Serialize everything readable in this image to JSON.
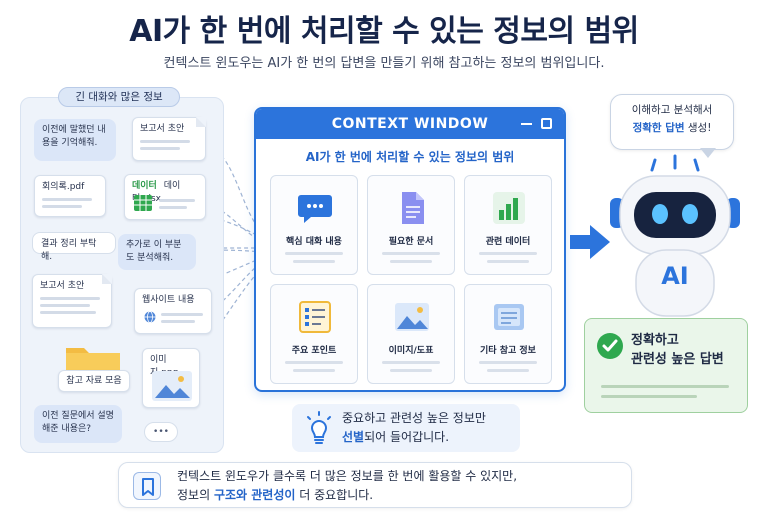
{
  "title": "AI가 한 번에 처리할 수 있는 정보의 범위",
  "subtitle": "컨텍스트 윈도우는 AI가 한 번의 답변을 만들기 위해 참고하는 정보의 범위입니다.",
  "left_panel": {
    "label": "긴 대화와 많은 정보",
    "items": {
      "chat_earlier": "이전에 말했던 내용을 기억해줘.",
      "report_draft_1": "보고서 초안",
      "minutes_pdf": "회의록.pdf",
      "data_badge": "데이터",
      "data_file": "데이터.xlsx",
      "summarize_result": "결과 정리 부탁해.",
      "explain_more": "추가로 이 부분도 분석해줘.",
      "report_draft_2": "보고서 초안",
      "website_content": "웹사이트 내용",
      "reference_folder": "참고 자료 모음",
      "image_file": "이미지.png",
      "previous_question": "이전 질문에서 설명해준 내용은?",
      "more": "•••"
    }
  },
  "context_window": {
    "header": "CONTEXT WINDOW",
    "subtitle": "AI가 한 번에 처리할 수 있는 정보의 범위",
    "tiles": [
      {
        "label": "핵심 대화 내용",
        "icon": "chat-bubble-icon"
      },
      {
        "label": "필요한 문서",
        "icon": "document-icon"
      },
      {
        "label": "관련 데이터",
        "icon": "bar-chart-icon"
      },
      {
        "label": "주요 포인트",
        "icon": "checklist-icon"
      },
      {
        "label": "이미지/도표",
        "icon": "image-icon"
      },
      {
        "label": "기타 참고 정보",
        "icon": "note-icon"
      }
    ]
  },
  "robot": {
    "speech_line1": "이해하고 분석해서",
    "speech_highlight": "정확한 답변",
    "speech_rest": " 생성!",
    "badge": "AI"
  },
  "answer": {
    "line1": "정확하고",
    "line2": "관련성 높은 답변"
  },
  "note": {
    "line1": "중요하고 관련성 높은 정보만",
    "highlight": "선별",
    "rest": "되어 들어갑니다."
  },
  "banner": {
    "line1": "컨텍스트 윈도우가 클수록 더 많은 정보를 한 번에 활용할 수 있지만,",
    "line2_pre": "정보의 ",
    "line2_highlight": "구조와 관련성이",
    "line2_post": " 더 중요합니다."
  },
  "colors": {
    "accent_blue": "#2c74dc",
    "highlight_blue": "#2464c8",
    "success_green": "#2fa84f",
    "panel_bg": "#eef3fa"
  }
}
